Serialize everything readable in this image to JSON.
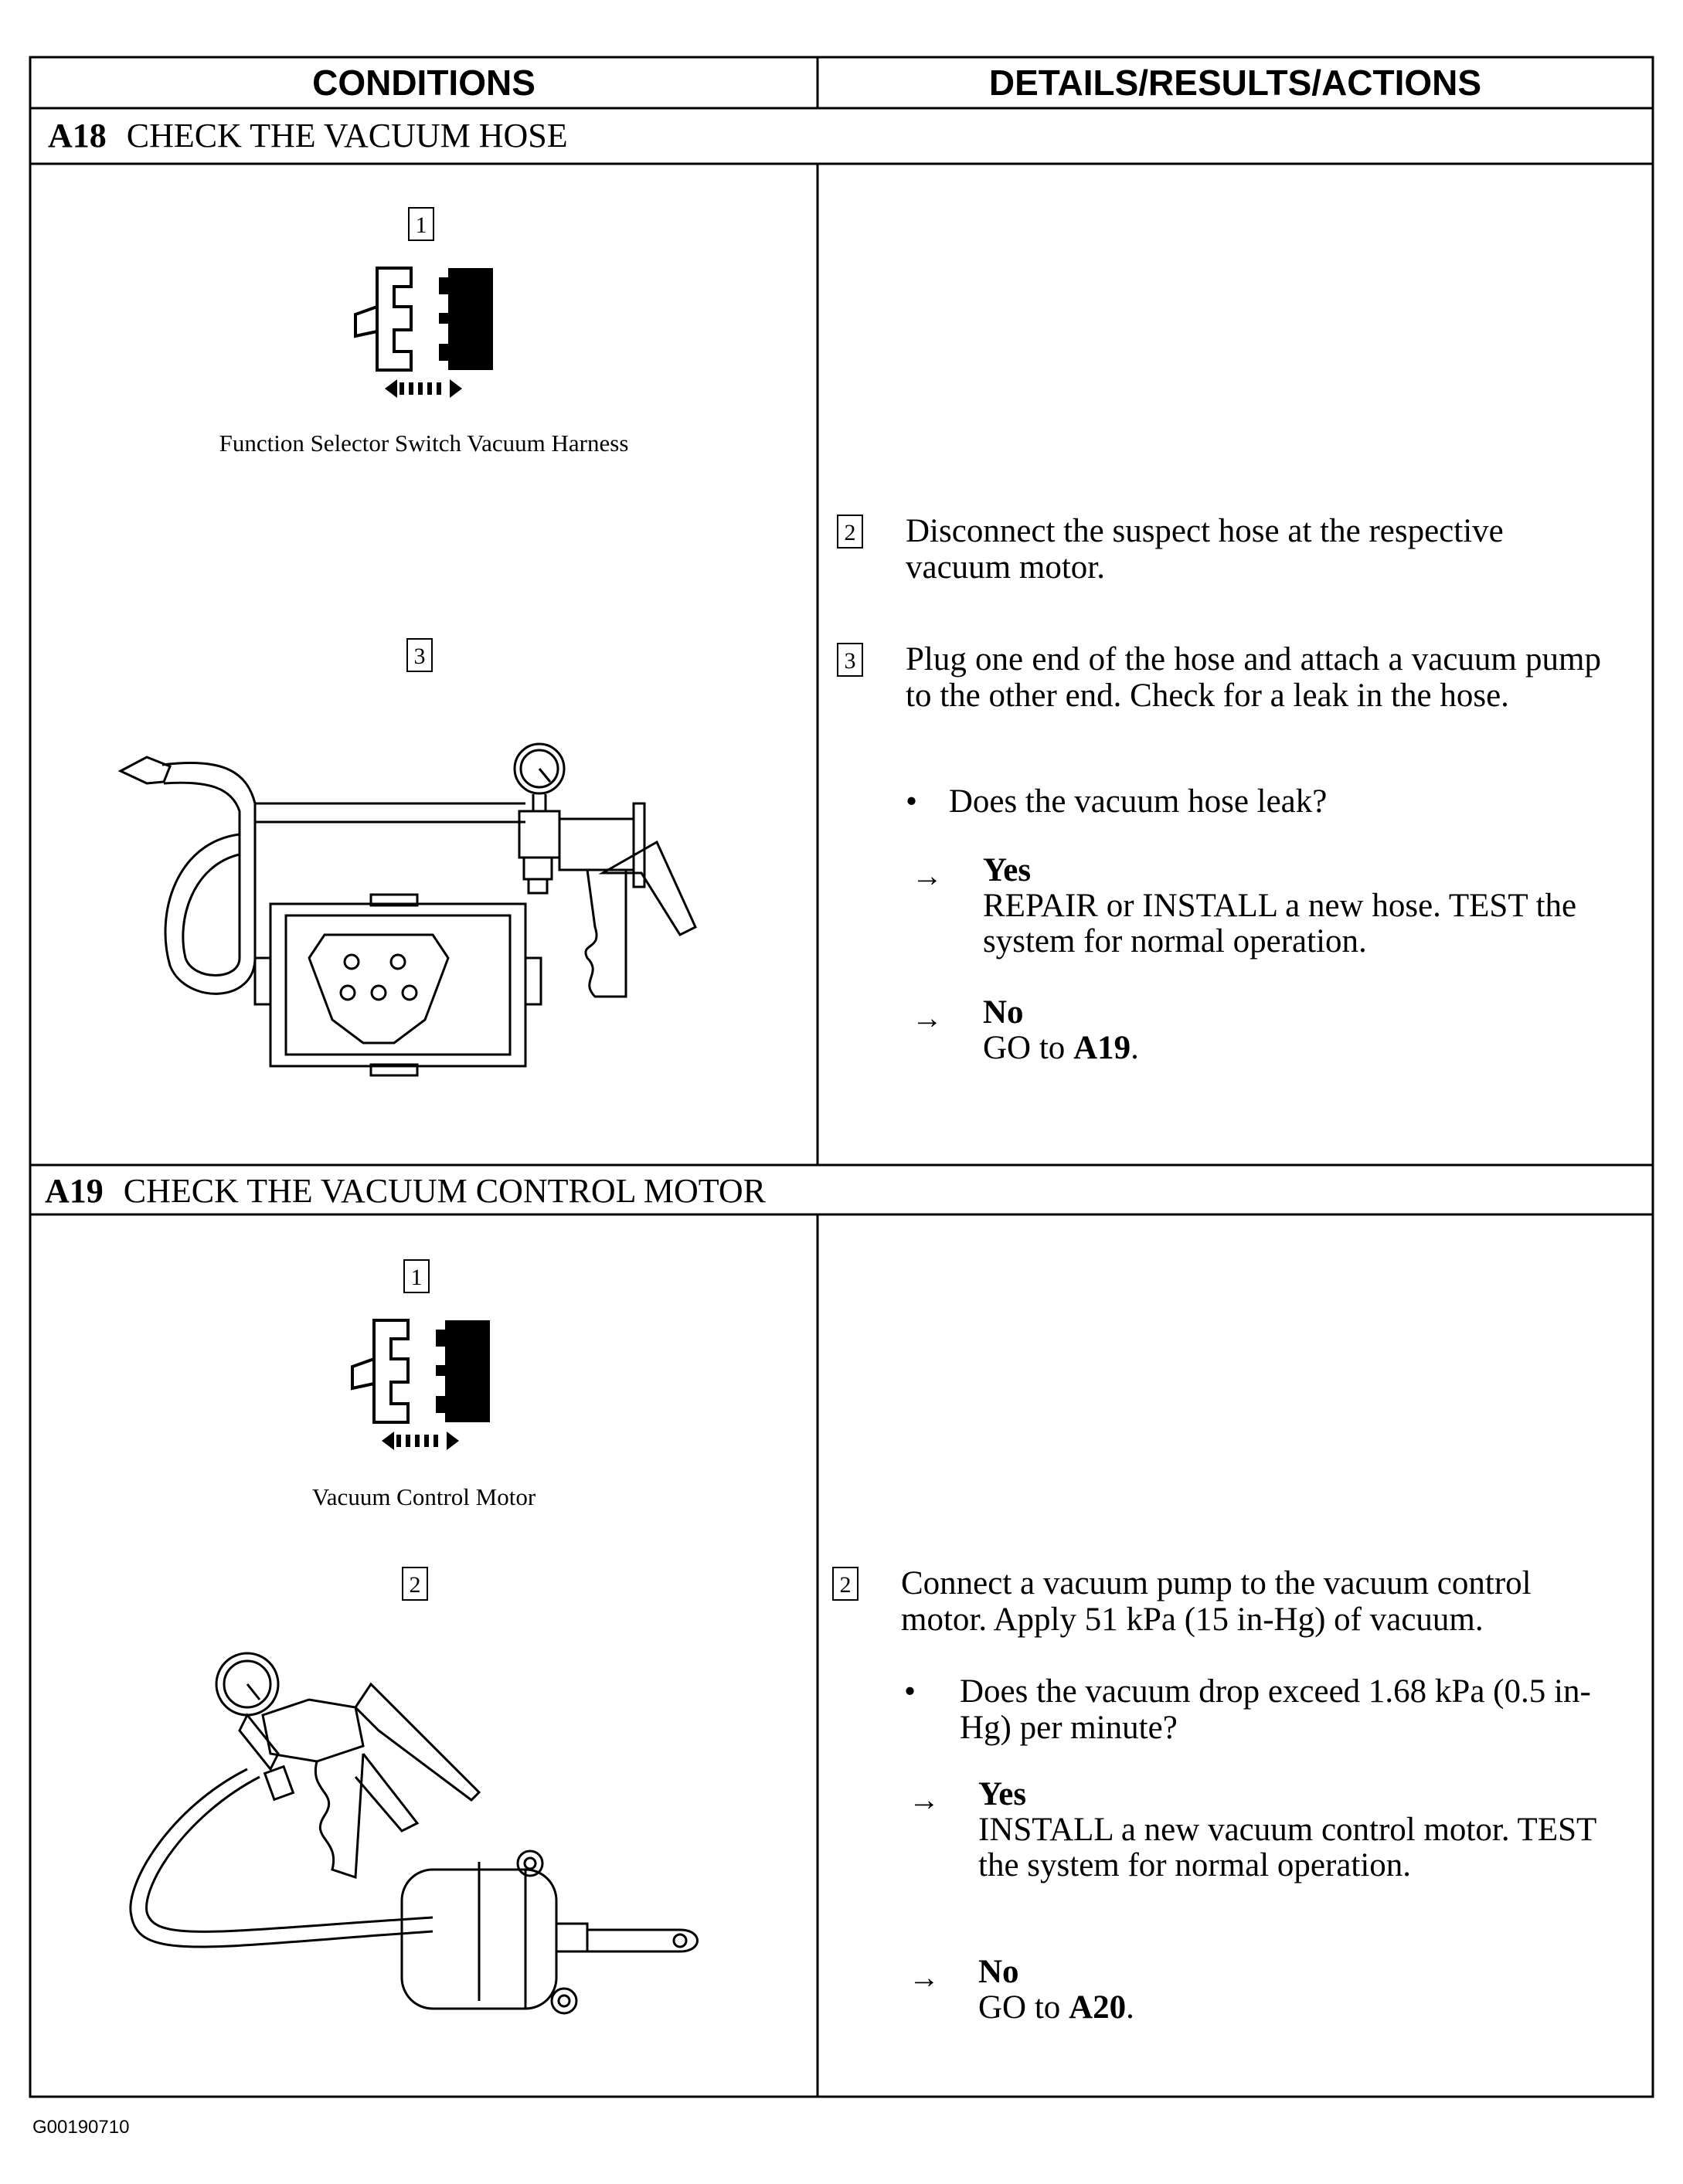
{
  "header": {
    "conditions": "CONDITIONS",
    "details": "DETAILS/RESULTS/ACTIONS"
  },
  "a18": {
    "id": "A18",
    "title": "CHECK THE VACUUM HOSE",
    "box1": "1",
    "caption1": "Function Selector Switch Vacuum Harness",
    "box3": "3",
    "step2_num": "2",
    "step2": "Disconnect the suspect hose at the respective vacuum motor.",
    "step3_num": "3",
    "step3": "Plug one end of the hose and attach a vacuum pump to the other end. Check for a leak in the hose.",
    "question": "Does the vacuum hose leak?",
    "yes_label": "Yes",
    "yes_text": "REPAIR or INSTALL a new hose. TEST the system for normal operation.",
    "no_label": "No",
    "no_prefix": "GO to ",
    "no_target": "A19",
    "no_suffix": "."
  },
  "a19": {
    "id": "A19",
    "title": "CHECK THE VACUUM CONTROL MOTOR",
    "box1": "1",
    "caption1": "Vacuum Control Motor",
    "box2": "2",
    "step2_num": "2",
    "step2": "Connect a vacuum pump to the vacuum control motor. Apply 51 kPa (15 in-Hg) of vacuum.",
    "question": "Does the vacuum drop exceed 1.68 kPa (0.5 in-Hg) per minute?",
    "yes_label": "Yes",
    "yes_text": "INSTALL a new vacuum control motor. TEST the system for normal operation.",
    "no_label": "No",
    "no_prefix": "GO to ",
    "no_target": "A20",
    "no_suffix": "."
  },
  "symbols": {
    "arrow": "→",
    "bullet": "•"
  },
  "footer": {
    "code": "G00190710"
  }
}
